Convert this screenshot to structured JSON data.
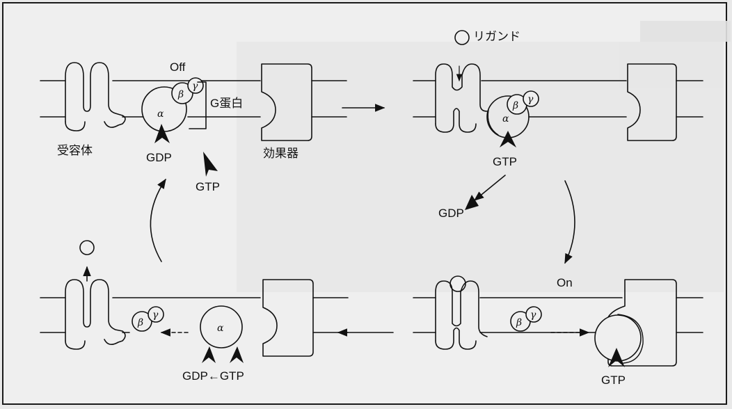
{
  "labels": {
    "off": "Off",
    "on": "On",
    "g_protein": "G蛋白",
    "receptor": "受容体",
    "effector": "効果器",
    "ligand": "リガンド",
    "gdp": "GDP",
    "gtp": "GTP",
    "gdp_gtp": "GDP←GTP"
  },
  "greek": {
    "alpha": "α",
    "beta": "β",
    "gamma": "γ"
  }
}
